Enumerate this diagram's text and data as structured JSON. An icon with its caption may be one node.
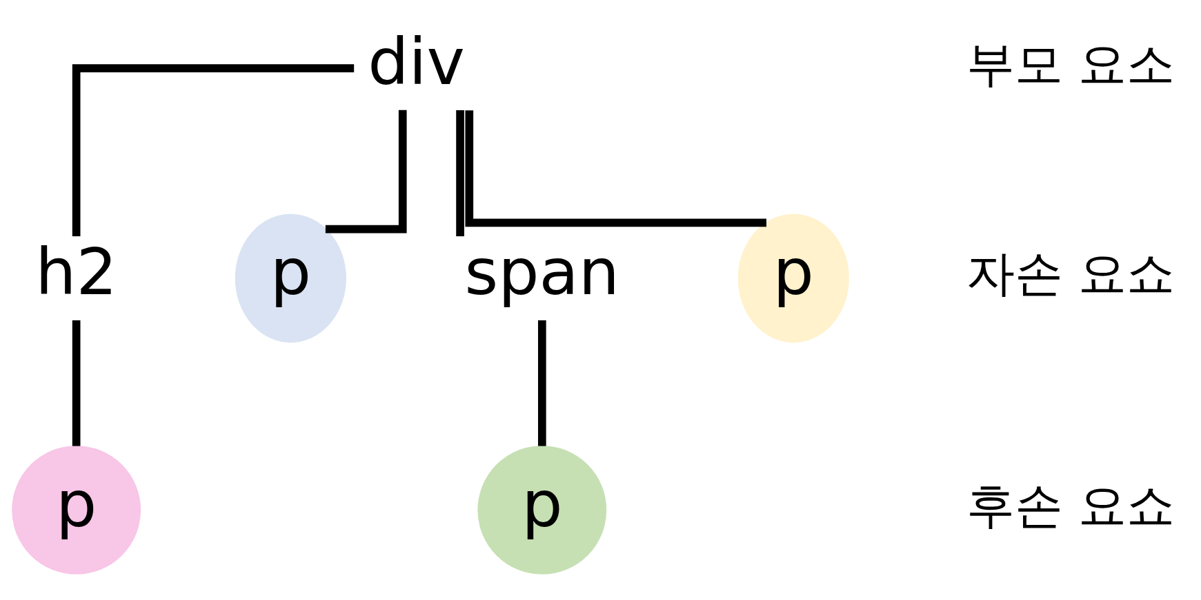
{
  "diagram": {
    "nodes": [
      {
        "text": [
          "div"
        ]
      },
      {
        "text": [
          "h2"
        ]
      },
      {
        "text": [
          "p"
        ]
      },
      {
        "text": [
          "span"
        ]
      },
      {
        "text": [
          "p"
        ]
      },
      {
        "text": [
          "p"
        ]
      },
      {
        "text": [
          "p"
        ]
      }
    ],
    "edges": [
      {
        "from": 0,
        "to": 1,
        "arrow": "none"
      },
      {
        "from": 0,
        "to": 2,
        "arrow": "none"
      },
      {
        "from": 0,
        "to": 3,
        "arrow": "none"
      },
      {
        "from": 0,
        "to": 4,
        "arrow": "none"
      },
      {
        "from": 1,
        "to": 5,
        "arrow": "none"
      },
      {
        "from": 3,
        "to": 6,
        "arrow": "none"
      }
    ],
    "labels": [
      "부모 요소",
      "자손 요쇼",
      "후손 요쇼"
    ]
  }
}
